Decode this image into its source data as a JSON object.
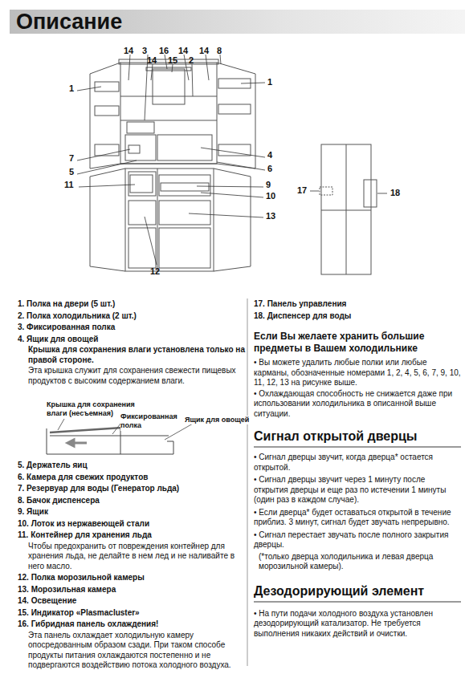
{
  "diagram": {
    "title": "Описание",
    "labels": [
      "14",
      "3",
      "16",
      "14",
      "14",
      "8",
      "14",
      "15",
      "2",
      "1",
      "1",
      "7",
      "5",
      "4",
      "6",
      "11",
      "9",
      "10",
      "13",
      "12",
      "17",
      "18",
      "1. Полка на двери (5 шт.)",
      "2. Полка холодильника (2 шт.)",
      "3. Фиксированная полка",
      "4. Ящик для овощей",
      "Крышка для сохранения влаги установлена только на правой стороне.",
      "Эта крышка служит для сохранения свежести пищевых продуктов с высоким содержанием влаги.",
      "Крышка для сохранения влаги (несъемная)",
      "Фиксированная полка",
      "Ящик для овощей",
      "5. Держатель яиц",
      "6. Камера для свежих продуктов",
      "7. Резервуар для воды (Генератор льда)",
      "8. Бачок диспенсера",
      "9. Ящик",
      "10. Лоток из нержавеющей стали",
      "11. Контейнер для хранения льда",
      "Чтобы предохранить от повреждения контейнер для хранения льда, не делайте в нем лед и не наливайте в него масло.",
      "12. Полка морозильной камеры",
      "13. Морозильная камера",
      "14. Освещение",
      "15. Индикатор «Plasmacluster»",
      "16. Гибридная панель охлаждения!",
      "Эта панель охлаждает холодильную камеру опосредованным образом сзади. При таком способе продукты питания охлаждаются постепенно и не подвергаются воздействию потока холодного воздуха.",
      "17. Панель управления",
      "18. Диспенсер для воды",
      "Если Вы желаете хранить большие предметы в Вашем холодильнике",
      "• Вы можете удалить любые полки или любые карманы, обозначенные номерами 1, 2, 4, 5, 6, 7, 9, 10, 11, 12, 13 на рисунке выше.",
      "• Охлаждающая способность не снижается даже при использовании холодильника в описанной выше ситуации.",
      "Сигнал открытой дверцы",
      "• Сигнал дверцы звучит, когда дверца* остается открытой.",
      "• Сигнал дверцы звучит через 1 минуту после открытия дверцы и еще раз по истечении 1 минуты (один раз в каждом случае).",
      "• Если дверца* будет оставаться открытой в течение приблиз. 3 минут, сигнал будет звучать непрерывно.",
      "• Сигнал перестает звучать после полного закрытия дверцы.",
      "(*только дверца холодильника и левая дверца морозильной камеры).",
      "Дезодорирующий элемент",
      "• На пути подачи холодного воздуха установлен дезодорирующий катализатор. Не требуется выполнения никаких действий и очистки."
    ]
  }
}
